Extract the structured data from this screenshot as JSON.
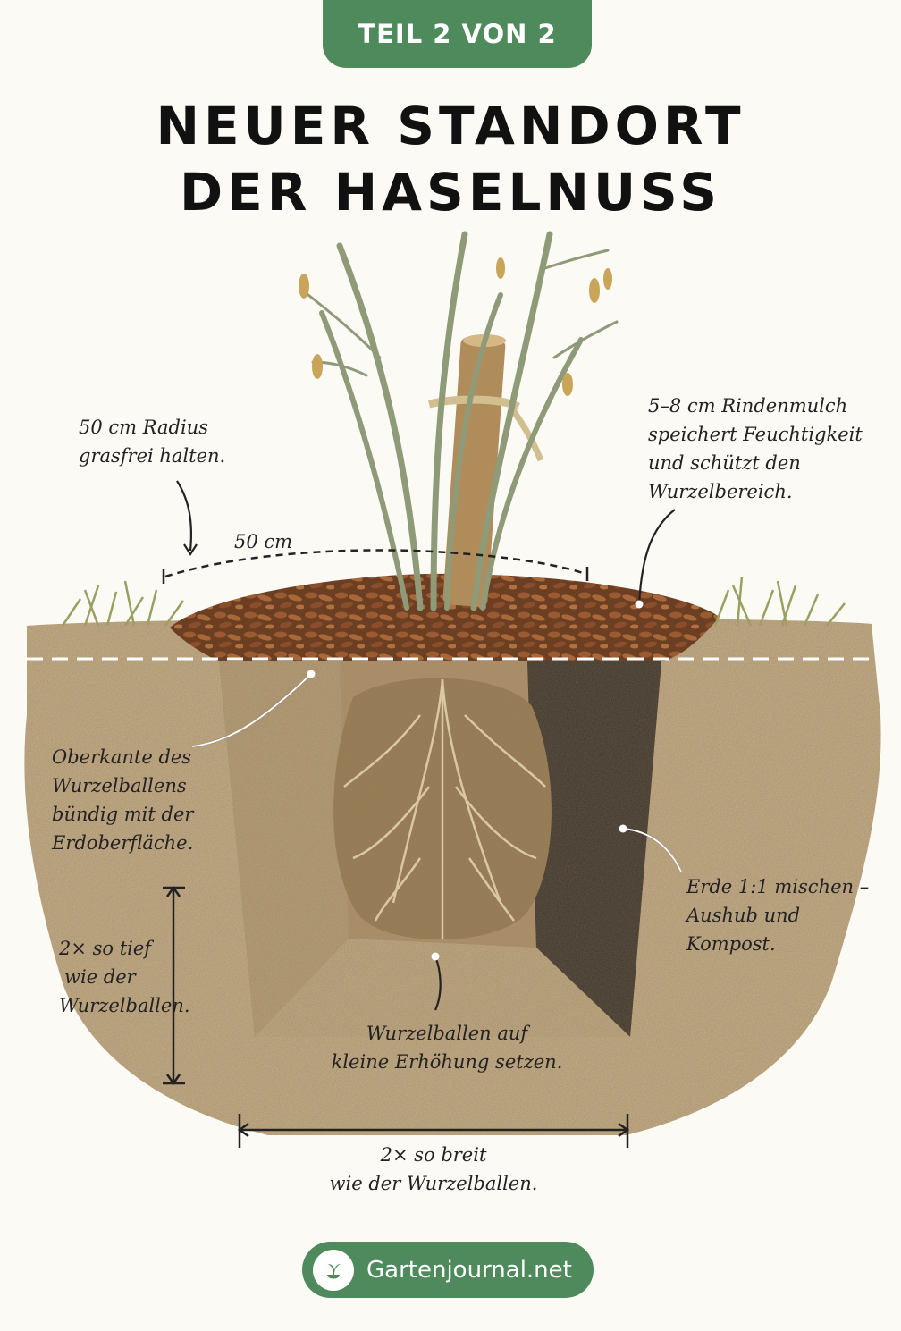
{
  "badge": {
    "label": "TEIL 2 VON 2"
  },
  "title": {
    "line1": "NEUER STANDORT",
    "line2": "DER HASELNUSS"
  },
  "annotations": {
    "grass_free": [
      "50 cm Radius",
      "grasfrei halten."
    ],
    "radius_label": "50 cm",
    "mulch": [
      "5–8 cm Rindenmulch",
      "speichert Feuchtigkeit",
      "und schützt den",
      "Wurzelbereich."
    ],
    "ball_top": [
      "Oberkante des",
      "Wurzelballens",
      "bündig mit der",
      "Erdoberfläche."
    ],
    "depth": [
      "2× so tief",
      "wie der",
      "Wurzelballen."
    ],
    "mix": [
      "Erde 1:1 mischen –",
      "Aushub und",
      "Kompost."
    ],
    "mound": [
      "Wurzelballen auf",
      "kleine Erhöhung setzen."
    ],
    "width": [
      "2× so breit",
      "wie der Wurzelballen."
    ]
  },
  "footer": {
    "brand": "Gartenjournal.net",
    "icon": "sprout-icon"
  },
  "colors": {
    "accent": "#4e8a5c",
    "mulch": "#7a4a2a",
    "soil": "#b49a76",
    "compost": "#3a332c",
    "rootball": "#9b7f55"
  }
}
